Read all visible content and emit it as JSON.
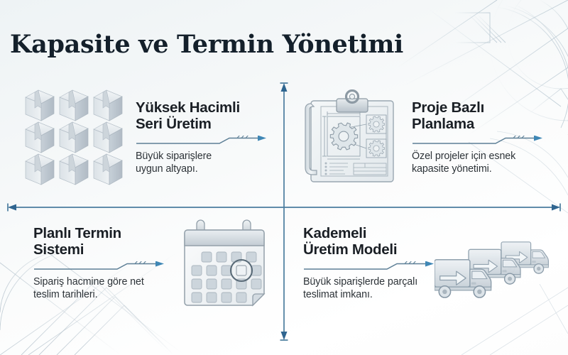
{
  "title": "Kapasite ve Termin Yönetimi",
  "colors": {
    "axis": "#4a7c9e",
    "heading": "#1a1f25",
    "body": "#2d3338",
    "title": "#14202b",
    "icon_light": "#e3e8ec",
    "icon_mid": "#c2cbd3",
    "icon_dark": "#9aa7b2",
    "background": "#eff3f5"
  },
  "quadrants": [
    {
      "id": "yuksek-hacimli-seri-uretim",
      "heading": "Yüksek Hacimli\nSeri Üretim",
      "body": "Büyük siparişlere\nuygun altyapı.",
      "icon": "stacked-boxes-icon",
      "position": "top-left"
    },
    {
      "id": "proje-bazli-planlama",
      "heading": "Proje Bazlı\nPlanlama",
      "body": "Özel projeler için esnek\nkapasite yönetimi.",
      "icon": "blueprint-clipboard-icon",
      "position": "top-right"
    },
    {
      "id": "planli-termin-sistemi",
      "heading": "Planlı Termin\nSistemi",
      "body": "Sipariş hacmine göre net\nteslim tarihleri.",
      "icon": "calendar-icon",
      "position": "bottom-left"
    },
    {
      "id": "kademeli-uretim-modeli",
      "heading": "Kademeli\nÜretim Modeli",
      "body": "Büyük siparişlerde parçalı\nteslimat imkanı.",
      "icon": "delivery-trucks-icon",
      "position": "bottom-right"
    }
  ],
  "axes": {
    "horizontal": "horizontal-double-arrow-axis",
    "vertical": "vertical-double-arrow-axis"
  }
}
